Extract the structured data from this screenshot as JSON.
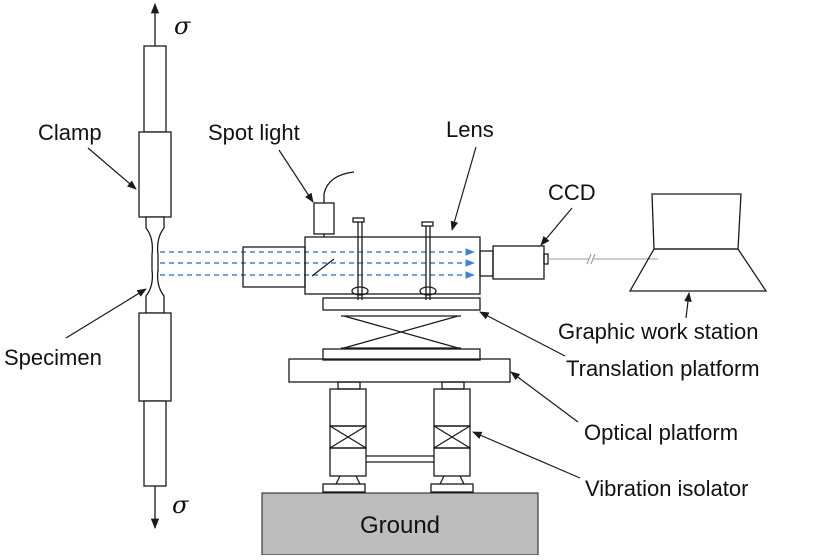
{
  "labels": {
    "sigma_top": "σ",
    "sigma_bottom": "σ",
    "clamp": "Clamp",
    "spot_light": "Spot light",
    "lens": "Lens",
    "ccd": "CCD",
    "specimen": "Specimen",
    "graphic_work_station": "Graphic work station",
    "translation_platform": "Translation platform",
    "optical_platform": "Optical platform",
    "vibration_isolator": "Vibration isolator",
    "ground": "Ground"
  },
  "colors": {
    "line": "#1a1a1a",
    "beam": "#3a86d6",
    "ground_fill": "#bdbdbd",
    "cable": "#999999"
  }
}
